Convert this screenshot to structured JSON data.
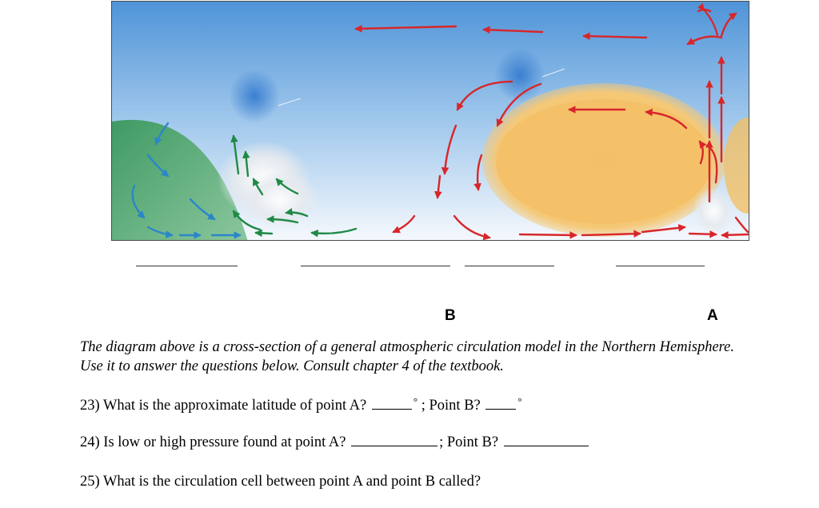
{
  "diagram": {
    "point_labels": {
      "b": "B",
      "a": "A"
    },
    "colors": {
      "sky_top": "#4f94d8",
      "sky_bottom": "#f6f9fd",
      "polar_cap": "#5fae7a",
      "high_pressure": "#f3c067",
      "low_spot": "#3a7fd0",
      "arrow_red": "#d8262a",
      "arrow_green": "#1f8a46",
      "arrow_blue": "#2b86c9"
    }
  },
  "caption": "The diagram above is a cross-section of a general atmospheric circulation model in the Northern Hemisphere.  Use it to answer the questions below.  Consult chapter 4 of the textbook.",
  "questions": {
    "q23": {
      "text": "23) What is the approximate latitude of point A?",
      "mid": " ; Point B?",
      "unit": "°"
    },
    "q24": {
      "text": "24) Is low or high pressure found at point A?",
      "mid": "; Point B?"
    },
    "q25": {
      "text": "25) What is the circulation cell between point A and point B called?"
    }
  }
}
